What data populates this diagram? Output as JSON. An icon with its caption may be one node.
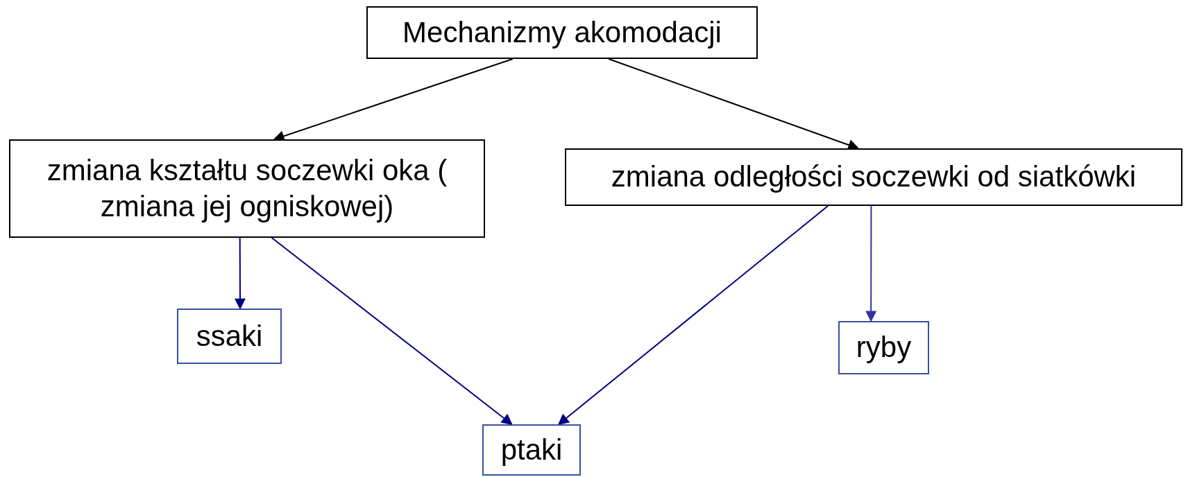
{
  "diagram": {
    "nodes": [
      {
        "text": [
          "Mechanizmy akomodacji"
        ]
      },
      {
        "text": [
          "zmiana kształtu soczewki oka ( zmiana jej ogniskowej)"
        ]
      },
      {
        "text": [
          "zmiana odległości soczewki od siatkówki"
        ]
      },
      {
        "text": [
          "ssaki"
        ]
      },
      {
        "text": [
          "ryby"
        ]
      },
      {
        "text": [
          "ptaki"
        ]
      }
    ],
    "edges": [
      {
        "from": 0,
        "to": 1,
        "arrow": "to",
        "color": "#000000"
      },
      {
        "from": 0,
        "to": 2,
        "arrow": "to",
        "color": "#000000"
      },
      {
        "from": 1,
        "to": 3,
        "arrow": "to"
      },
      {
        "from": 1,
        "to": 5,
        "arrow": "to"
      },
      {
        "from": 2,
        "to": 5,
        "arrow": "to"
      },
      {
        "from": 2,
        "to": 4,
        "arrow": "to",
        "color": "#3333a0"
      }
    ]
  }
}
